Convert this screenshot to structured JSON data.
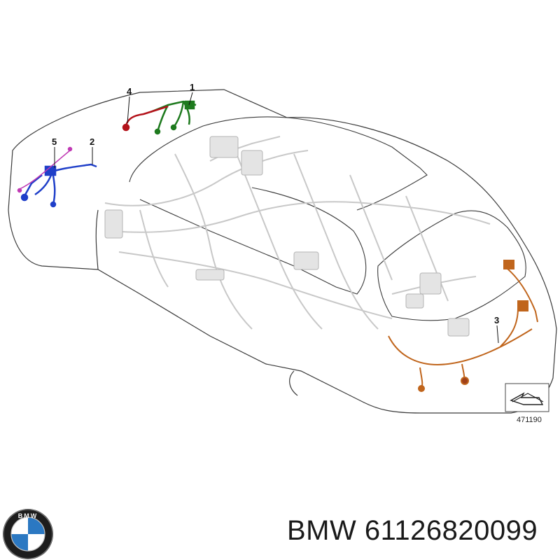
{
  "diagram": {
    "callouts": [
      {
        "id": "1",
        "label": "1"
      },
      {
        "id": "2",
        "label": "2"
      },
      {
        "id": "3",
        "label": "3"
      },
      {
        "id": "4",
        "label": "4"
      },
      {
        "id": "5",
        "label": "5"
      }
    ],
    "reference_number": "471190"
  },
  "harness_colors": {
    "1": "#1e7a1e",
    "2": "#1f3fc9",
    "3": "#c0651c",
    "4": "#b3121a",
    "5": "#c03ab4"
  },
  "footer": {
    "brand": "BMW",
    "part_number": "61126820099",
    "logo_text": "BMW"
  }
}
